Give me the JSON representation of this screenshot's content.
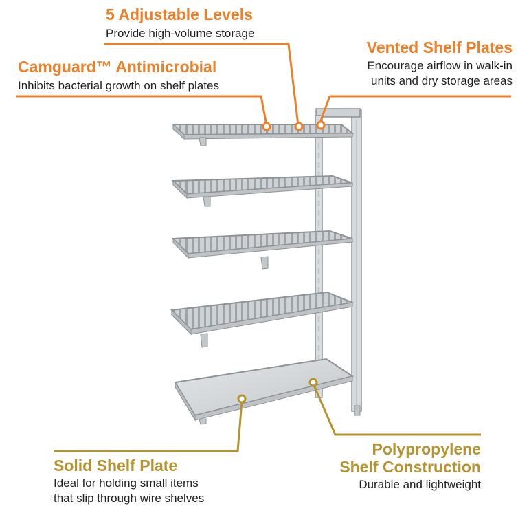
{
  "colors": {
    "orange": "#ec7f28",
    "gold": "#b5932e",
    "shelf_fill": "#c9cccf",
    "shelf_edge": "#8e9397"
  },
  "callouts": {
    "adjustable": {
      "title": "5 Adjustable Levels",
      "desc": "Provide high-volume storage"
    },
    "vented": {
      "title": "Vented Shelf Plates",
      "desc_line1": "Encourage airflow in walk-in",
      "desc_line2": "units and dry storage areas"
    },
    "camguard": {
      "title": "Camguard™ Antimicrobial",
      "desc": "Inhibits bacterial growth on shelf plates"
    },
    "solid": {
      "title": "Solid Shelf Plate",
      "desc_line1": "Ideal for holding small items",
      "desc_line2": "that slip through wire shelves"
    },
    "polypropylene": {
      "title_line1": "Polypropylene",
      "title_line2": "Shelf Construction",
      "desc": "Durable and lightweight"
    }
  }
}
